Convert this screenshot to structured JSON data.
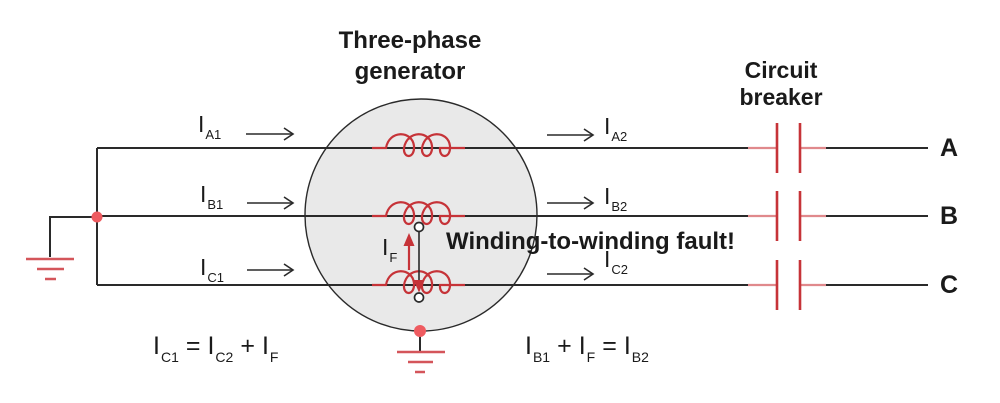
{
  "titles": {
    "generator": "Three-phase generator",
    "circuit_breaker": "Circuit breaker"
  },
  "fault_label": "Winding-to-winding fault!",
  "phase_labels": {
    "a": "A",
    "b": "B",
    "c": "C"
  },
  "current_labels": {
    "ia1": {
      "base": "I",
      "sub": "A1"
    },
    "ib1": {
      "base": "I",
      "sub": "B1"
    },
    "ic1": {
      "base": "I",
      "sub": "C1"
    },
    "ia2": {
      "base": "I",
      "sub": "A2"
    },
    "ib2": {
      "base": "I",
      "sub": "B2"
    },
    "ic2": {
      "base": "I",
      "sub": "C2"
    },
    "ifault": {
      "base": "I",
      "sub": "F"
    }
  },
  "equations": {
    "eq1": {
      "t1": "I",
      "s1": "C1",
      "o1": "=",
      "t2": "I",
      "s2": "C2",
      "o2": "+",
      "t3": "I",
      "s3": "F"
    },
    "eq2": {
      "t1": "I",
      "s1": "B1",
      "o1": "+",
      "t2": "I",
      "s2": "F",
      "o2": "=",
      "t3": "I",
      "s3": "B2"
    }
  },
  "colors": {
    "line": "#2a2a2a",
    "red": "#c63338",
    "red_light": "#e0898c",
    "ground": "#d4555a",
    "dot": "#ee5b60",
    "generator_fill": "#e9e9e9"
  }
}
